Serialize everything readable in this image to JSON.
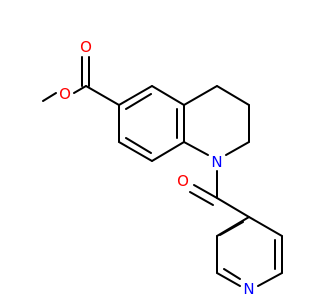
{
  "molecule": {
    "atoms": {
      "O_carbonyl_top": {
        "symbol": "O",
        "color": "#ff0000"
      },
      "O_ester": {
        "symbol": "O",
        "color": "#ff0000"
      },
      "N_ring": {
        "symbol": "N",
        "color": "#0000ff"
      },
      "O_amide": {
        "symbol": "O",
        "color": "#ff0000"
      },
      "N_pyridine": {
        "symbol": "N",
        "color": "#0000ff"
      }
    },
    "bond_color": "#000000"
  }
}
